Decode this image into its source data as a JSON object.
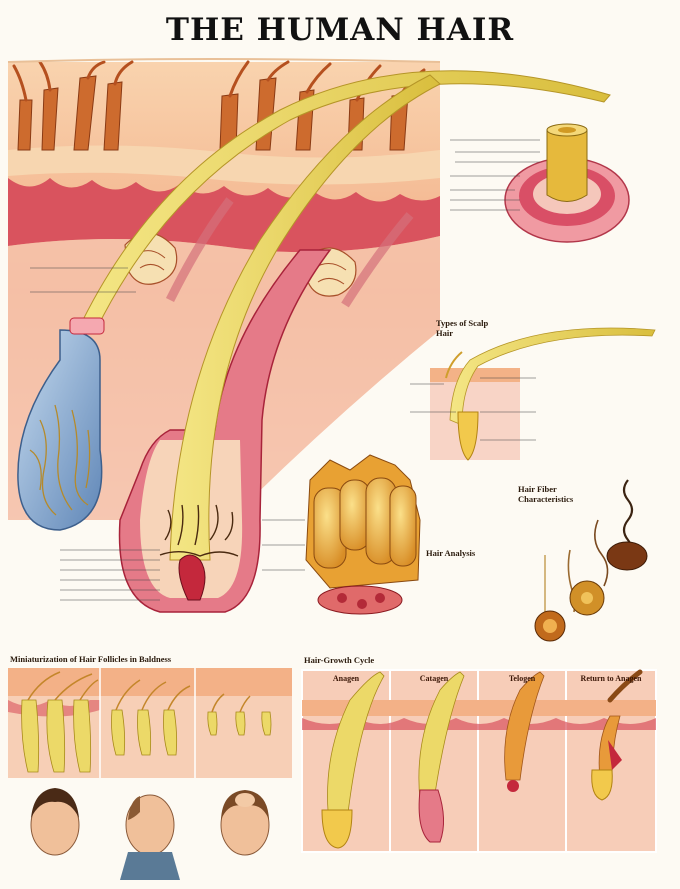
{
  "title": "THE HUMAN HAIR",
  "sections": {
    "types_of_scalp_hair": "Types of Scalp Hair",
    "hair_fiber_characteristics": "Hair Fiber Characteristics",
    "hair_analysis": "Hair Analysis",
    "miniaturization": "Miniaturization of Hair Follicles in Baldness",
    "growth_cycle": "Hair-Growth Cycle"
  },
  "growth_stages": [
    {
      "label": "Anagen"
    },
    {
      "label": "Catagen"
    },
    {
      "label": "Telogen"
    },
    {
      "label": "Return to Anagen"
    }
  ],
  "colors": {
    "skin": "#f4b98f",
    "dermis": "#f0a792",
    "hair_yellow": "#ecd968",
    "follicle_red": "#c4283c",
    "follicle_pink": "#e57a88",
    "bulb_blue": "#8fb2d4",
    "brown": "#b45a2a"
  }
}
